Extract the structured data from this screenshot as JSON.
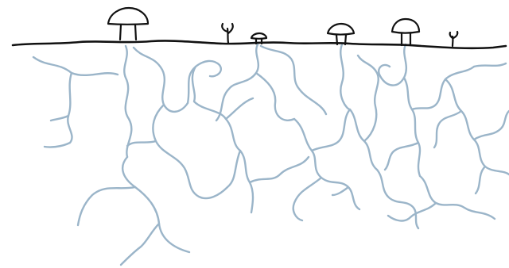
{
  "diagram": {
    "colors": {
      "ink": "#111111",
      "mycelium": "#9bb5c9",
      "background": "#ffffff"
    },
    "elements": {
      "ground": "ground-line",
      "mycelium": "mycelium-network",
      "mushrooms": [
        "mushroom-large-left",
        "mushroom-small-center",
        "mushroom-medium-right",
        "mushroom-tall-right"
      ],
      "sprouts": [
        "sprout-left",
        "sprout-right"
      ]
    }
  }
}
